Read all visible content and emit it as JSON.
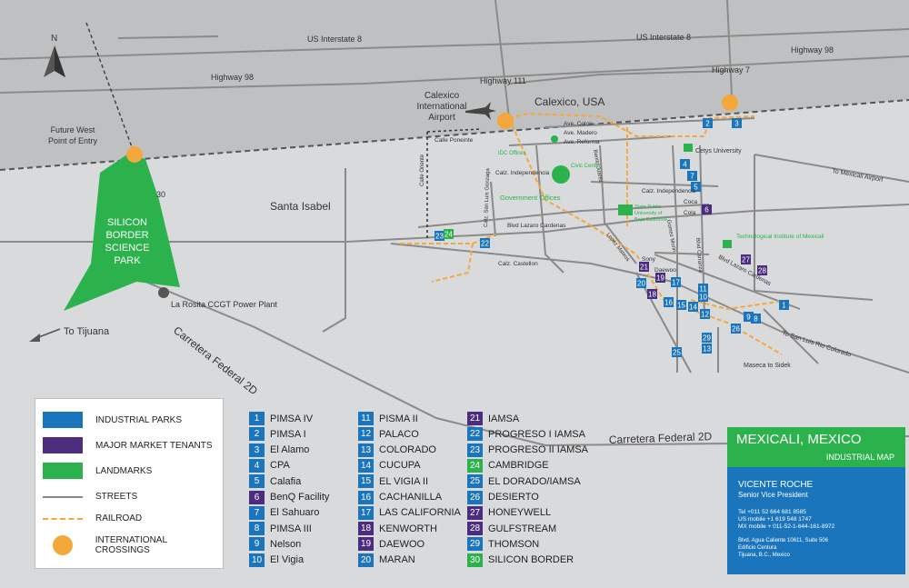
{
  "north_label": "N",
  "map_labels": {
    "us_interstate_8_a": "US Interstate 8",
    "us_interstate_8_b": "US Interstate 8",
    "highway_98_a": "Highway 98",
    "highway_98_b": "Highway 98",
    "highway_111": "Highway 111",
    "highway_7": "Highway 7",
    "calexico_usa": "Calexico, USA",
    "airport_line1": "Calexico",
    "airport_line2": "International",
    "airport_line3": "Airport",
    "future_line1": "Future West",
    "future_line2": "Point of Entry",
    "santa_isabel": "Santa Isabel",
    "park_line1": "SILICON",
    "park_line2": "BORDER",
    "park_line3": "SCIENCE",
    "park_line4": "PARK",
    "park_num": "30",
    "power_plant": "La Rosita CCGT Power Plant",
    "to_tijuana": "To Tijuana",
    "carretera_diag": "Carretera Federal 2D",
    "carretera_horiz": "Carretera Federal 2D",
    "to_mexicali_airport": "To Mexicali Airport",
    "to_san_luis": "To San Luis Rio Colorado",
    "maseca": "Maseca to Sidek",
    "calle_poneinte": "Calle Poneinte",
    "calle_oriente": "Calle Oriente",
    "calz_san_luis": "Calz. San Luis Gonzaga",
    "calz_independencia_a": "Calz. Independencia",
    "calz_independencia_b": "Calz. Independencia",
    "blvd_lazaro_a": "Blvd Lazaro Cardenas",
    "blvd_lazaro_b": "Blvd Lazaro Cardenas",
    "calz_castellon": "Calz. Castellon",
    "ave_colon": "Ave. Colon",
    "ave_madero": "Ave. Madero",
    "ave_reforma": "Ave. Reforma",
    "idc_offices": "IDC Offices",
    "civic_center": "Civic Center",
    "government_offices": "Government Offices",
    "cetys": "Cetys University",
    "state_univ_1": "State Public",
    "state_univ_2": "University of",
    "state_univ_3": "Baja California",
    "tech_institute": "Technological Institute of Mexicali",
    "benito_juarez": "Benito Juarez",
    "lopez_mateos": "Lopez Mateos",
    "gomez_morin": "Gomez Morin",
    "blvd_carranza": "Blvd Carranza",
    "sony": "Sony",
    "daewoo_map": "Daewoo",
    "coca_line1": "Coca",
    "coca_line2": "Cola"
  },
  "legend": [
    {
      "label": "INDUSTRIAL PARKS"
    },
    {
      "label": "MAJOR MARKET TENANTS"
    },
    {
      "label": "LANDMARKS"
    },
    {
      "label": "STREETS"
    },
    {
      "label": "RAILROAD"
    },
    {
      "label": "INTERNATIONAL CROSSINGS"
    }
  ],
  "index": [
    {
      "num": "1",
      "name": "PIMSA IV",
      "cat": "blue"
    },
    {
      "num": "2",
      "name": "PIMSA I",
      "cat": "blue"
    },
    {
      "num": "3",
      "name": "El Alamo",
      "cat": "blue"
    },
    {
      "num": "4",
      "name": "CPA",
      "cat": "blue"
    },
    {
      "num": "5",
      "name": "Calafia",
      "cat": "blue"
    },
    {
      "num": "6",
      "name": "BenQ Facility",
      "cat": "purple"
    },
    {
      "num": "7",
      "name": "El Sahuaro",
      "cat": "blue"
    },
    {
      "num": "8",
      "name": "PIMSA III",
      "cat": "blue"
    },
    {
      "num": "9",
      "name": "Nelson",
      "cat": "blue"
    },
    {
      "num": "10",
      "name": "El Vigia",
      "cat": "blue"
    },
    {
      "num": "11",
      "name": "PISMA II",
      "cat": "blue"
    },
    {
      "num": "12",
      "name": "PALACO",
      "cat": "blue"
    },
    {
      "num": "13",
      "name": "COLORADO",
      "cat": "blue"
    },
    {
      "num": "14",
      "name": "CUCUPA",
      "cat": "blue"
    },
    {
      "num": "15",
      "name": "EL VIGIA II",
      "cat": "blue"
    },
    {
      "num": "16",
      "name": "CACHANILLA",
      "cat": "blue"
    },
    {
      "num": "17",
      "name": "LAS CALIFORNIA",
      "cat": "blue"
    },
    {
      "num": "18",
      "name": "KENWORTH",
      "cat": "purple"
    },
    {
      "num": "19",
      "name": "DAEWOO",
      "cat": "purple"
    },
    {
      "num": "20",
      "name": "MARAN",
      "cat": "blue"
    },
    {
      "num": "21",
      "name": "IAMSA",
      "cat": "purple"
    },
    {
      "num": "22",
      "name": "PROGRESO I IAMSA",
      "cat": "blue"
    },
    {
      "num": "23",
      "name": "PROGRESO II IAMSA",
      "cat": "blue"
    },
    {
      "num": "24",
      "name": "CAMBRIDGE",
      "cat": "green"
    },
    {
      "num": "25",
      "name": "EL DORADO/IAMSA",
      "cat": "blue"
    },
    {
      "num": "26",
      "name": "DESIERTO",
      "cat": "blue"
    },
    {
      "num": "27",
      "name": "HONEYWELL",
      "cat": "purple"
    },
    {
      "num": "28",
      "name": "GULFSTREAM",
      "cat": "purple"
    },
    {
      "num": "29",
      "name": "THOMSON",
      "cat": "blue"
    },
    {
      "num": "30",
      "name": "SILICON BORDER",
      "cat": "green"
    }
  ],
  "title": {
    "main": "MEXICALI, MEXICO",
    "sub": "INDUSTRIAL MAP"
  },
  "contact": {
    "name": "VICENTE ROCHE",
    "role": "Senior Vice President",
    "tel": "Tel +011 52 664 681 8585",
    "us_mobile": "US mobile +1 619 548 1747",
    "mx_mobile": "MX mobile + 011-52-1-644-161-8972",
    "addr1": "Blvd. Agua Caliente 10611, Suite 506",
    "addr2": "Edificio Centura",
    "addr3": "Tijuana, B.C., Mexico"
  },
  "colors": {
    "industrial": "#1b75bc",
    "tenant": "#4b2c7f",
    "landmark": "#2bb24c",
    "street": "#8a8a8a",
    "railroad": "#f4a73a",
    "crossing": "#f4a73a",
    "us_land": "#bfc0c2",
    "mx_land": "#d9dadc"
  },
  "map_markers": [
    {
      "num": "1"
    },
    {
      "num": "2"
    },
    {
      "num": "3"
    },
    {
      "num": "4"
    },
    {
      "num": "5"
    },
    {
      "num": "6"
    },
    {
      "num": "7"
    },
    {
      "num": "8"
    },
    {
      "num": "9"
    },
    {
      "num": "10"
    },
    {
      "num": "11"
    },
    {
      "num": "12"
    },
    {
      "num": "13"
    },
    {
      "num": "14"
    },
    {
      "num": "15"
    },
    {
      "num": "16"
    },
    {
      "num": "17"
    },
    {
      "num": "18"
    },
    {
      "num": "19"
    },
    {
      "num": "20"
    },
    {
      "num": "21"
    },
    {
      "num": "22"
    },
    {
      "num": "23"
    },
    {
      "num": "24"
    },
    {
      "num": "25"
    },
    {
      "num": "26"
    },
    {
      "num": "27"
    },
    {
      "num": "28"
    },
    {
      "num": "29"
    }
  ]
}
